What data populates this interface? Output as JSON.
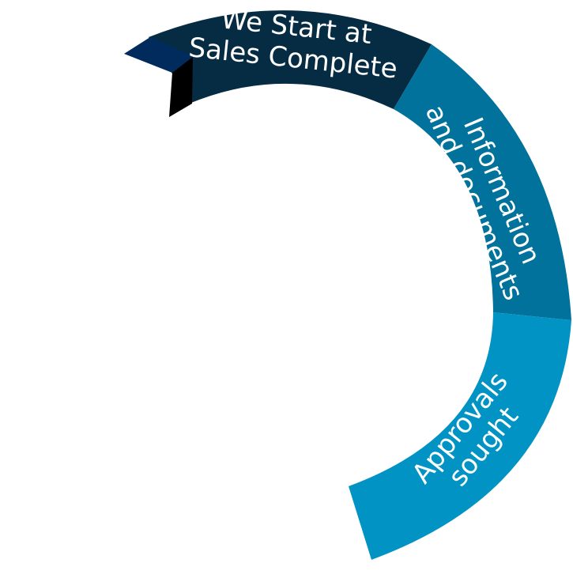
{
  "diagram": {
    "segments": [
      {
        "id": "sales-complete",
        "label_lines": [
          "We Start at",
          "Sales Complete"
        ],
        "color": "#062C44"
      },
      {
        "id": "information",
        "label_lines": [
          "Information",
          "and documents"
        ],
        "color": "#00729B"
      },
      {
        "id": "approvals",
        "label_lines": [
          "Approvals",
          "sought"
        ],
        "color": "#0093C4"
      }
    ],
    "arrow_tip_color": "#002B5C",
    "fold_color": "#000000"
  }
}
